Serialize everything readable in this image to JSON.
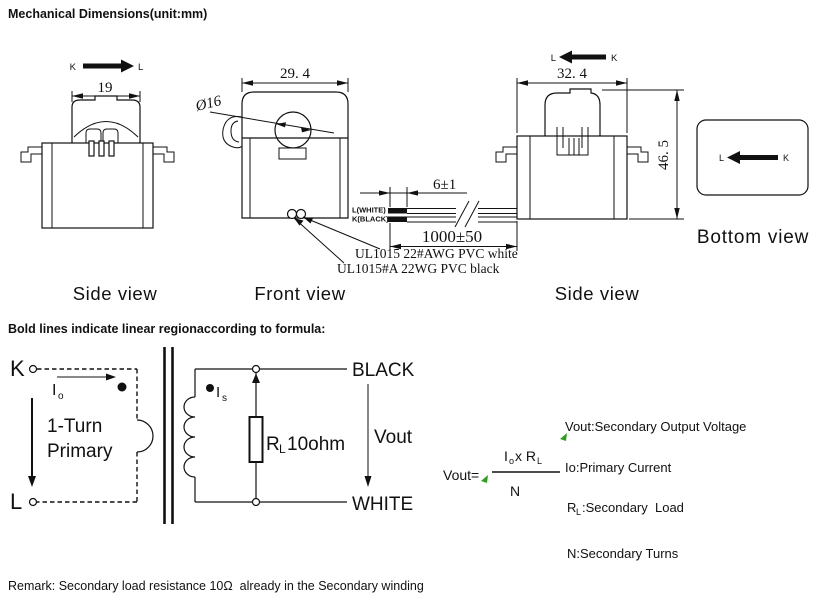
{
  "header": {
    "title": "Mechanical Dimensions(unit:mm)"
  },
  "notes": {
    "formula_heading": "Bold lines indicate linear regionaccording to formula:",
    "remark": "Remark: Secondary load resistance 10Ω  already in the Secondary winding"
  },
  "views": {
    "side_left": {
      "label": "Side view",
      "k": "K",
      "l": "L",
      "width_dim": "19"
    },
    "front": {
      "label": "Front view",
      "width_dim": "29. 4",
      "aperture_dim": "Ø16",
      "wire_white": "UL1015 22#AWG PVC white",
      "wire_black": "UL1015#A 22WG PVC black"
    },
    "side_right": {
      "label": "Side view",
      "l": "L",
      "k": "K",
      "width_dim": "32. 4",
      "height_dim": "46. 5"
    },
    "bottom": {
      "label": "Bottom view",
      "l": "L",
      "k": "K"
    }
  },
  "cable": {
    "white_lead": "L(WHITE)",
    "black_lead": "K(BLACK)",
    "strip_dim": "6±1",
    "length_dim": "1000±50"
  },
  "circuit": {
    "k": "K",
    "l": "L",
    "io_main": "I",
    "io_sub": "o",
    "primary_line1": "1-Turn",
    "primary_line2": "Primary",
    "is_main": "I",
    "is_sub": "s",
    "rl_main": "R",
    "rl_sub": "L",
    "rl_value": "10ohm",
    "black": "BLACK",
    "white": "WHITE",
    "vout": "Vout"
  },
  "formula": {
    "lhs": "Vout=",
    "num_i": "I",
    "num_i_sub": "o",
    "num_rest": "x R",
    "num_r_sub": "L",
    "den": "N"
  },
  "legend": {
    "vout": "Vout:Secondary Output Voltage",
    "io": "Io:Primary Current",
    "rl_main": "R",
    "rl_sub": "L",
    "rl_rest": ":Secondary  Load",
    "n": "N:Secondary Turns"
  },
  "colors": {
    "ink": "#111111",
    "paper": "#ffffff",
    "mark_green": "#2f9e1e"
  }
}
